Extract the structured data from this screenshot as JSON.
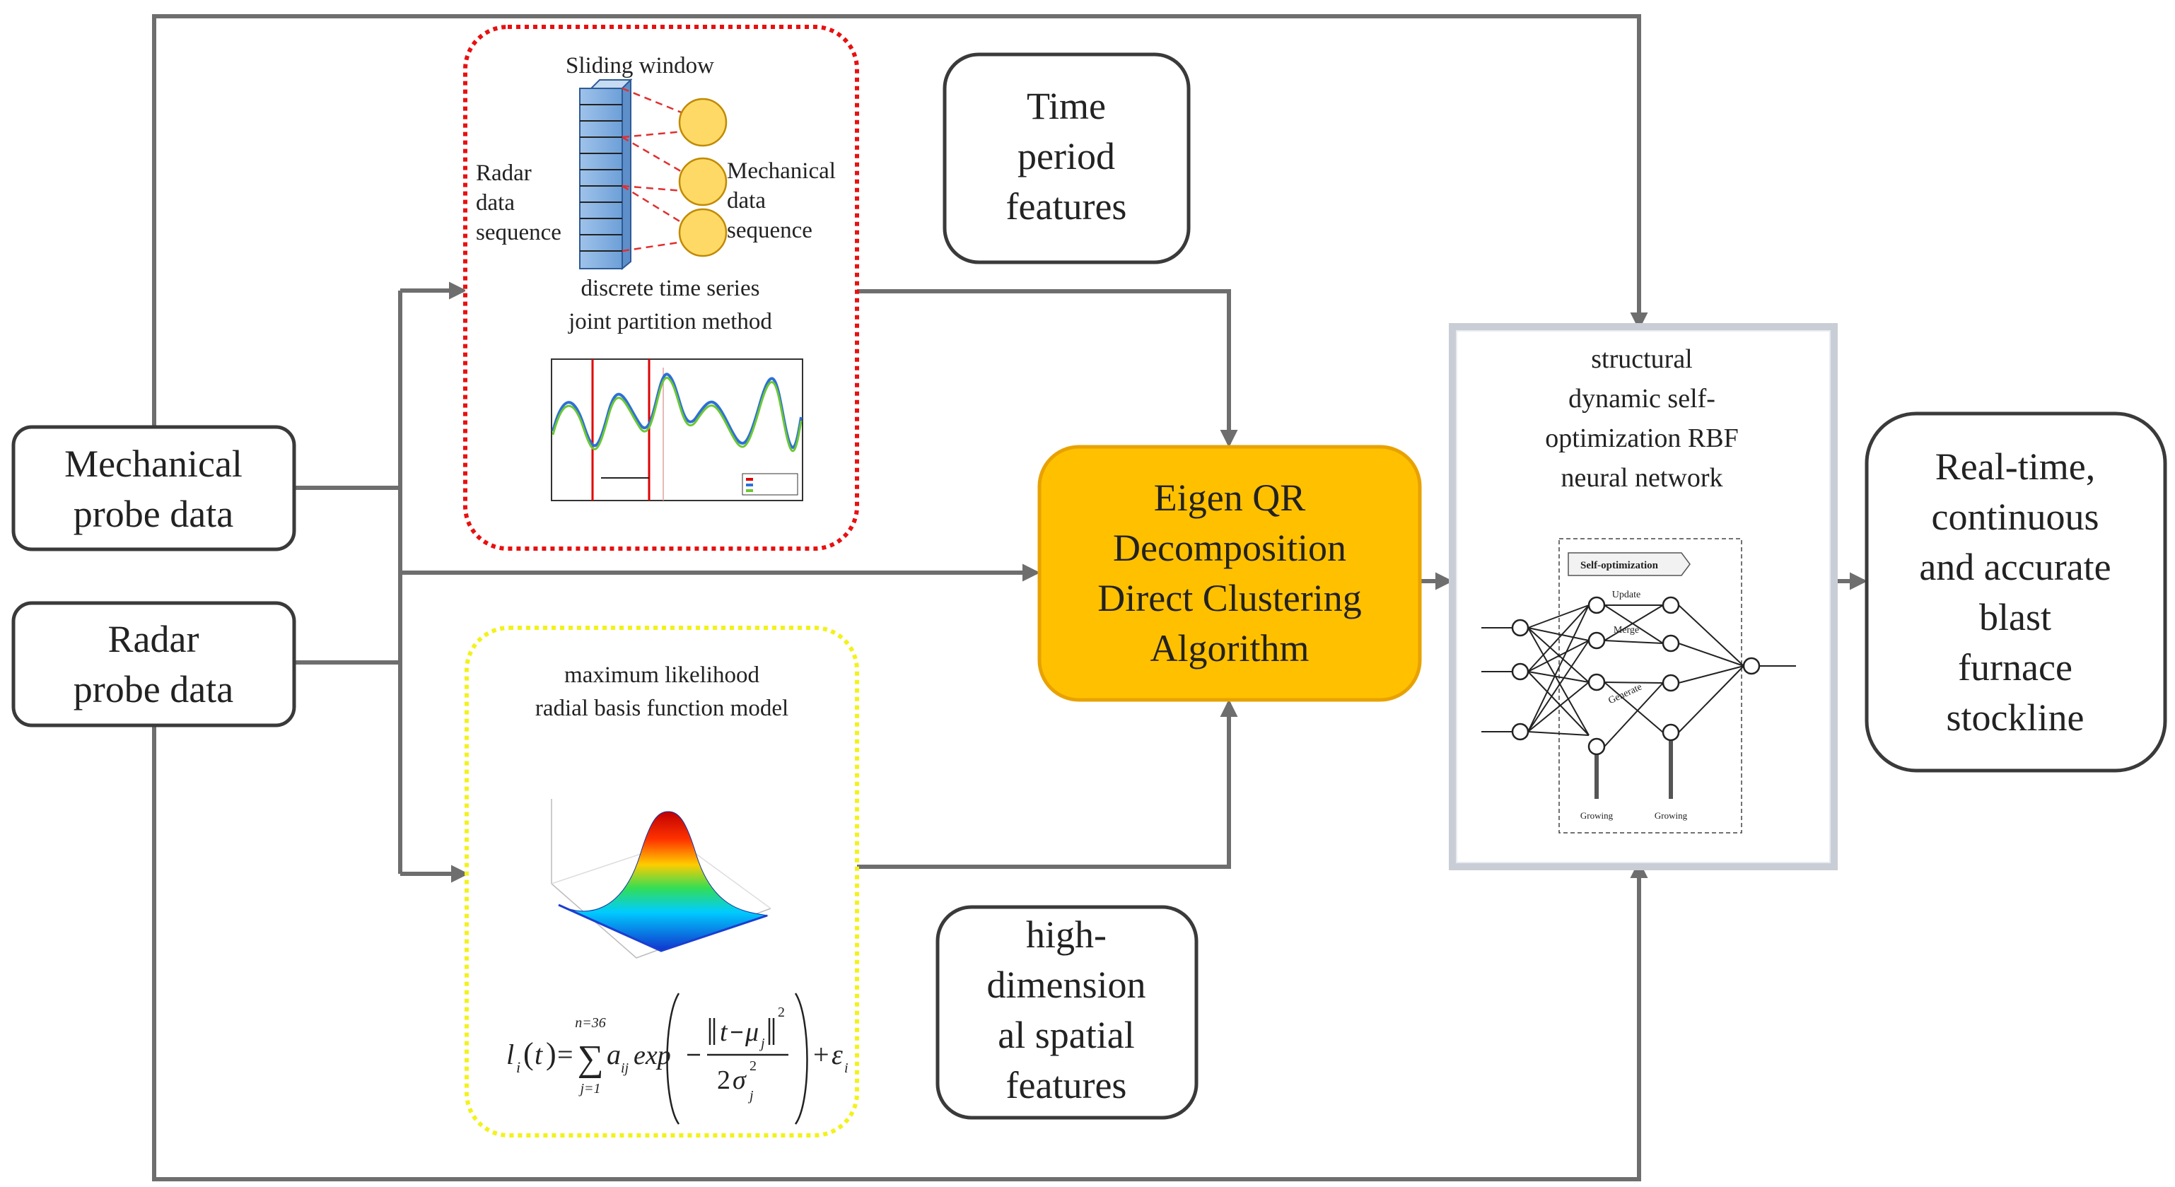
{
  "inputs": {
    "mechanical": [
      "Mechanical",
      "probe data"
    ],
    "radar": [
      "Radar",
      "probe data"
    ]
  },
  "sliding_window_box": {
    "title": "Sliding  window",
    "radar_label": [
      "Radar",
      "data",
      "sequence"
    ],
    "mechanical_label": [
      "Mechanical",
      "data",
      "sequence"
    ],
    "method": [
      "discrete  time  series",
      "joint partition  method"
    ]
  },
  "rbf_model_box": {
    "title": [
      "maximum  likelihood",
      "radial  basis  function  model"
    ],
    "formula": {
      "lhs": "l",
      "lhs_sub": "i",
      "var": "t",
      "sum_upper": "n=36",
      "sum_lower": "j=1",
      "coef": "a",
      "coef_sub": "ij",
      "exp": "exp",
      "num_var": "t",
      "mu": "μ",
      "mu_sub": "j",
      "power": "2",
      "den_coef": "2",
      "sigma": "σ",
      "sigma_sub": "j",
      "eps": "ε",
      "eps_sub": "i"
    }
  },
  "time_features": [
    "Time",
    "period",
    "features"
  ],
  "spatial_features": [
    "high-",
    "dimension",
    "al spatial",
    "features"
  ],
  "algorithm": [
    "Eigen QR",
    "Decomposition",
    "Direct Clustering",
    "Algorithm"
  ],
  "network_box": {
    "title": [
      "structural",
      "dynamic self-",
      "optimization RBF",
      "neural network"
    ],
    "self_opt": "Self-optimization",
    "ops": [
      "Update",
      "Merge",
      "Generate"
    ],
    "growing": [
      "Growing",
      "Growing"
    ]
  },
  "output": [
    "Real-time,",
    "continuous",
    "and accurate",
    "blast",
    "furnace",
    "stockline"
  ],
  "colors": {
    "algorithm_fill": "#FFC000",
    "algorithm_stroke": "#E8A200",
    "sliding_box_border": "#E81010",
    "rbf_box_border": "#F2F21A",
    "line": "#6E6E6E",
    "window_blue": "#8DB4E2",
    "circle_fill": "#FFD966"
  }
}
